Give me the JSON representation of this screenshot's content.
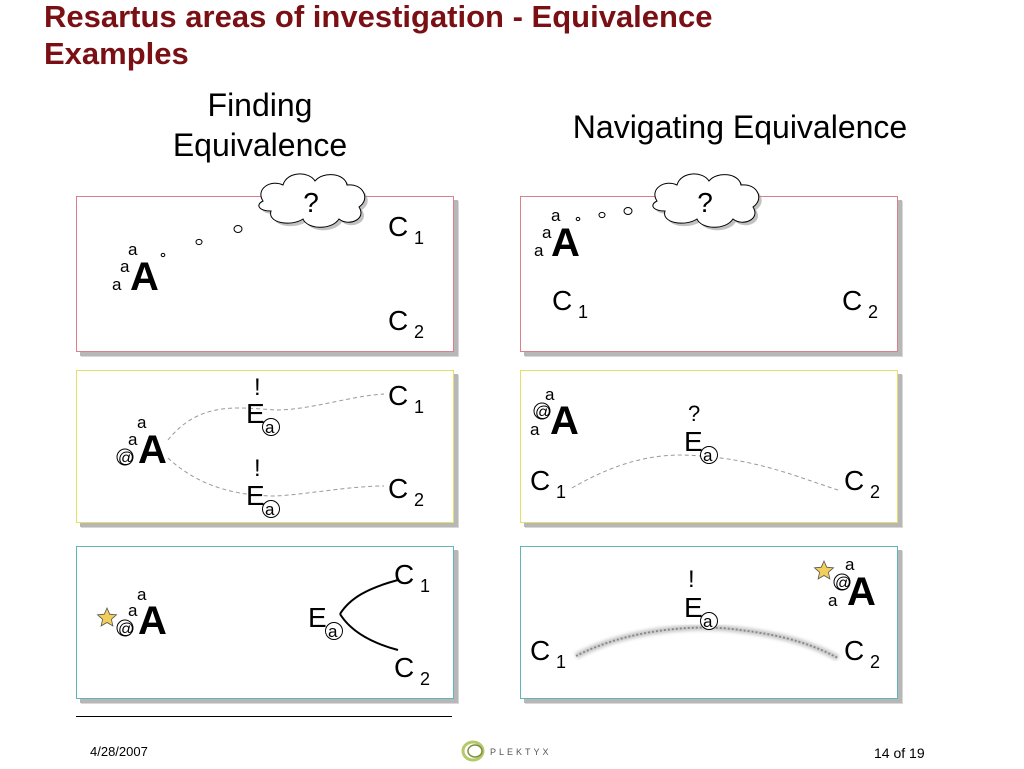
{
  "slide": {
    "title_line1": "Resartus areas of investigation - Equivalence",
    "title_line2": "Examples"
  },
  "columns": {
    "left_line1": "Finding",
    "left_line2": "Equivalence",
    "right": "Navigating Equivalence"
  },
  "symbols": {
    "actor": "A",
    "attr": "a",
    "at": "@",
    "question": "?",
    "bang": "!",
    "entity": "E",
    "concept": "C",
    "sub1": "1",
    "sub2": "2"
  },
  "footer": {
    "date": "4/28/2007",
    "page": "14 of 19",
    "logo_text": "PLEKTYX"
  },
  "colors": {
    "title": "#7a0f14",
    "red_panel": "#d9808a",
    "yellow_panel": "#e3e063",
    "teal_panel": "#5fb6b9",
    "star": "#f2cf5b"
  }
}
